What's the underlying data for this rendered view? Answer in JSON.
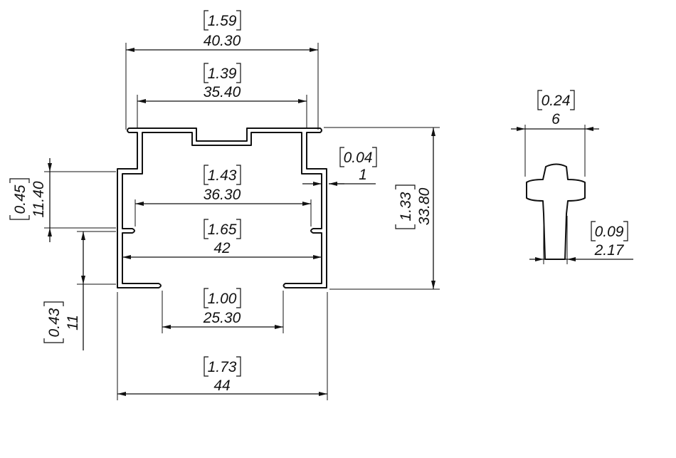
{
  "colors": {
    "ink": "#111111",
    "background": "#ffffff"
  },
  "dimensions": {
    "top_width": {
      "inch": "1.59",
      "mm": "40.30"
    },
    "top_inner_width": {
      "inch": "1.39",
      "mm": "35.40"
    },
    "inner_slot_width": {
      "inch": "1.43",
      "mm": "36.30"
    },
    "inner_width": {
      "inch": "1.65",
      "mm": "42"
    },
    "bottom_opening": {
      "inch": "1.00",
      "mm": "25.30"
    },
    "overall_width": {
      "inch": "1.73",
      "mm": "44"
    },
    "overall_height": {
      "inch": "1.33",
      "mm": "33.80"
    },
    "upper_height": {
      "inch": "0.45",
      "mm": "11.40"
    },
    "lower_height": {
      "inch": "0.43",
      "mm": "11"
    },
    "wall_thickness": {
      "inch": "0.04",
      "mm": "1"
    },
    "insert_width": {
      "inch": "0.24",
      "mm": "6"
    },
    "insert_stem": {
      "inch": "0.09",
      "mm": "2.17"
    }
  }
}
